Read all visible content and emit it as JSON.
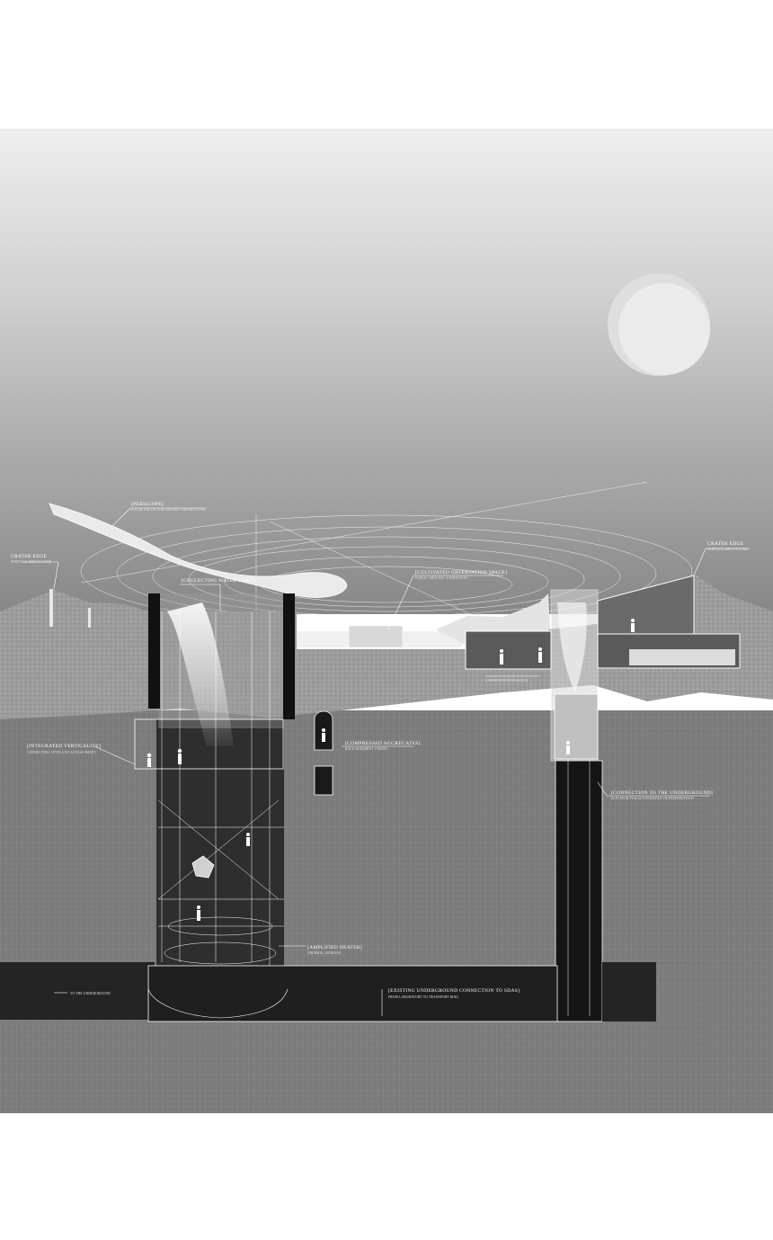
{
  "drawing": {
    "colors": {
      "sky_top": "#eeeeee",
      "sky_bottom": "#808080",
      "ground": "#7c7c7c",
      "crater_crust": "#9a9a9a",
      "void": "#2a2a2a",
      "moon": "#e4e4e4"
    },
    "labels": {
      "periscope": {
        "title": "[PERISCOPE]",
        "sub": "SOLAR COLLECTOR AND SKY OBSERVATION"
      },
      "crater_edge_left": {
        "title": "CRATER EDGE",
        "sub": "PARTICLE IMPACT ZONE"
      },
      "crater_edge_right": {
        "title": "CRATER EDGE",
        "sub": "PARTICLE IMPACT ZONE"
      },
      "collecting_water": {
        "title": "[COLLECTING WATER SHAFT]",
        "sub": ""
      },
      "cultivated_observation": {
        "title": "[CULTIVATED OBSERVATION SPACE]",
        "sub": "PUBLIC GROUND / EXHIBITION"
      },
      "observation_passage": {
        "title": "[OBSERVATION PASSAGE]",
        "sub": ""
      },
      "integrated_verticality": {
        "title": "[INTEGRATED VERTICALITY]",
        "sub": "CONNECTING LEVELS BY ACCESS SHAFT"
      },
      "compressed_aggregates": {
        "title": "[COMPRESSED AGGREGATES]",
        "sub": "ROCK/SEDIMENT STRATA"
      },
      "connection_underground": {
        "title": "[CONNECTION TO THE UNDERGROUND]",
        "sub": "ELEVATOR FOR AUTONOMOUS TRANSPORTATION"
      },
      "amplified_heater": {
        "title": "[AMPLIFIED HEATER]",
        "sub": "THERMAL STORAGE"
      },
      "existing_underground": {
        "title": "[EXISTING UNDERGROUND CONNECTION TO SDAS]",
        "sub": "FROM LABORATORY TO TRANSPORT RING"
      },
      "to_underground": {
        "title": "TO THE UNDERGROUND",
        "sub": ""
      }
    }
  }
}
